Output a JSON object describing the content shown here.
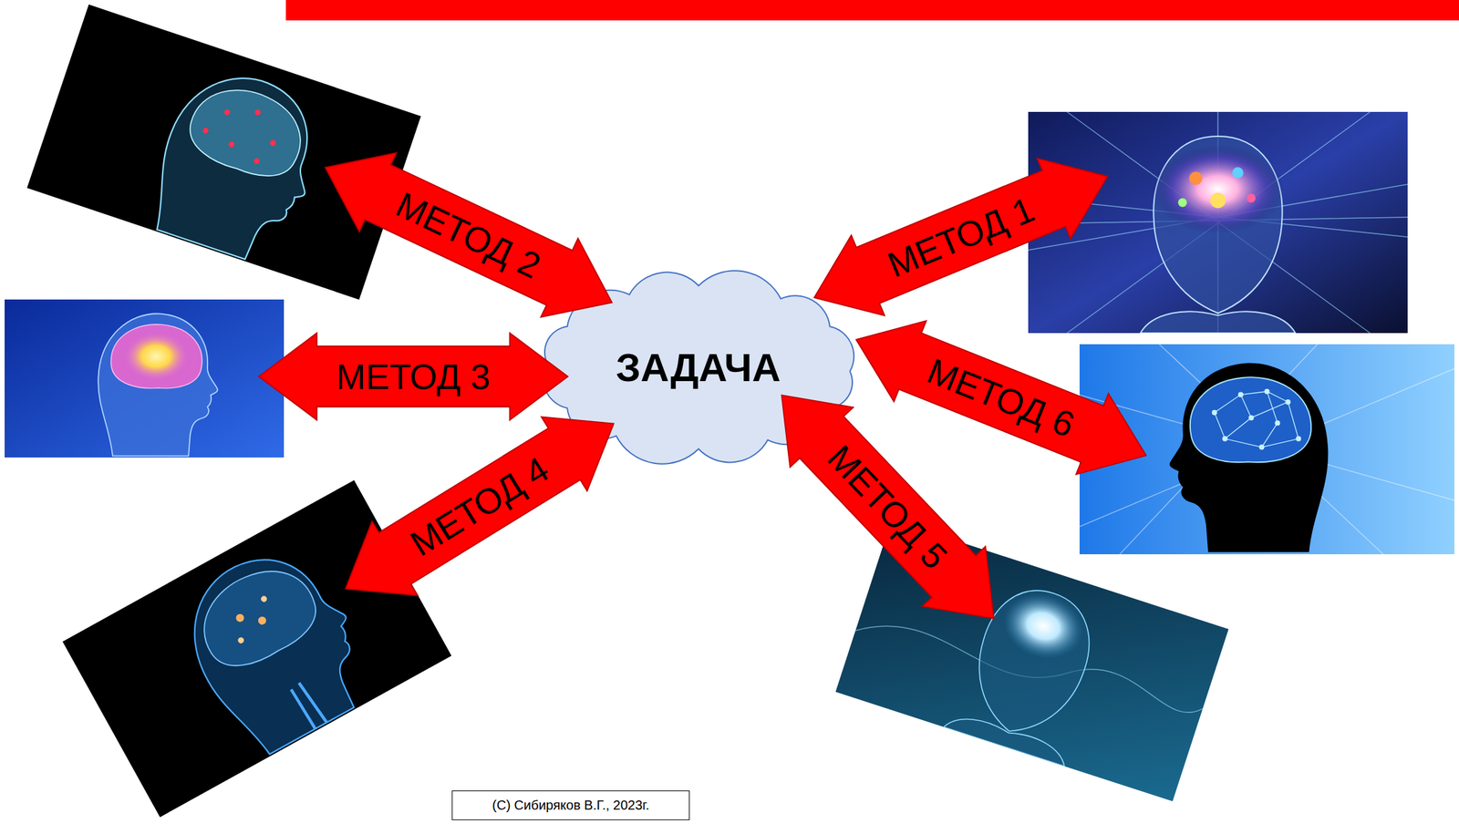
{
  "diagram": {
    "nodes": [
      {
        "text": [
          "ЗАДАЧА"
        ]
      },
      {
        "text": [
          "МЕТОД 1"
        ]
      },
      {
        "text": [
          "МЕТОД 2"
        ]
      },
      {
        "text": [
          "МЕТОД 3"
        ]
      },
      {
        "text": [
          "МЕТОД 4"
        ]
      },
      {
        "text": [
          "МЕТОД 5"
        ]
      },
      {
        "text": [
          "МЕТОД 6"
        ]
      },
      {
        "text": [
          "(С) Сибиряков В.Г., 2023г."
        ]
      }
    ]
  }
}
